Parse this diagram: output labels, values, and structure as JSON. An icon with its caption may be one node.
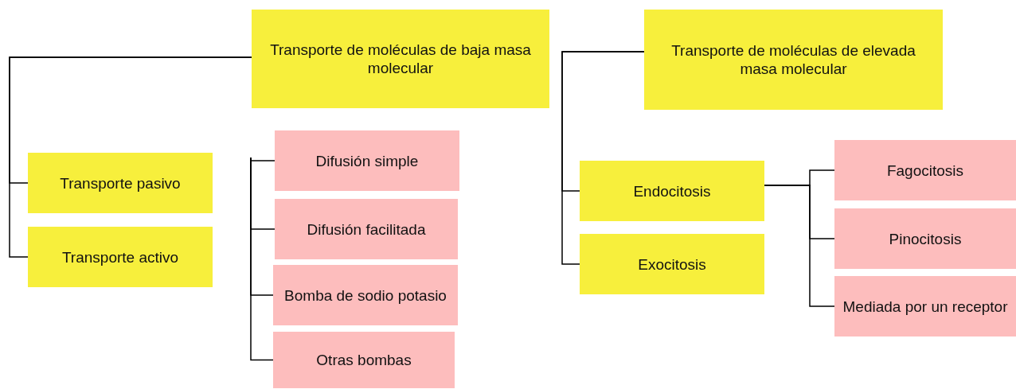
{
  "diagram": {
    "nodes": [
      {
        "text": [
          "Transporte de moléculas de baja masa molecular"
        ]
      },
      {
        "text": [
          "Transporte pasivo"
        ]
      },
      {
        "text": [
          "Transporte activo"
        ]
      },
      {
        "text": [
          "Difusión simple"
        ]
      },
      {
        "text": [
          "Difusión facilitada"
        ]
      },
      {
        "text": [
          "Bomba de sodio potasio"
        ]
      },
      {
        "text": [
          "Otras bombas"
        ]
      },
      {
        "text": [
          "Transporte de moléculas de elevada masa molecular"
        ]
      },
      {
        "text": [
          "Endocitosis"
        ]
      },
      {
        "text": [
          "Exocitosis"
        ]
      },
      {
        "text": [
          "Fagocitosis"
        ]
      },
      {
        "text": [
          "Pinocitosis"
        ]
      },
      {
        "text": [
          "Mediada por un receptor"
        ]
      }
    ],
    "edges": [
      {
        "from": 0,
        "to": 1,
        "arrow": "none"
      },
      {
        "from": 0,
        "to": 2,
        "arrow": "none"
      },
      {
        "from": null,
        "to": 3,
        "arrow": "none"
      },
      {
        "from": null,
        "to": 4,
        "arrow": "none"
      },
      {
        "from": null,
        "to": 5,
        "arrow": "none"
      },
      {
        "from": null,
        "to": 6,
        "arrow": "none"
      },
      {
        "from": 7,
        "to": 8,
        "arrow": "none"
      },
      {
        "from": 7,
        "to": 9,
        "arrow": "none"
      },
      {
        "from": 8,
        "to": 10,
        "arrow": "none"
      },
      {
        "from": 8,
        "to": 11,
        "arrow": "none"
      },
      {
        "from": 8,
        "to": 12,
        "arrow": "none"
      }
    ]
  }
}
